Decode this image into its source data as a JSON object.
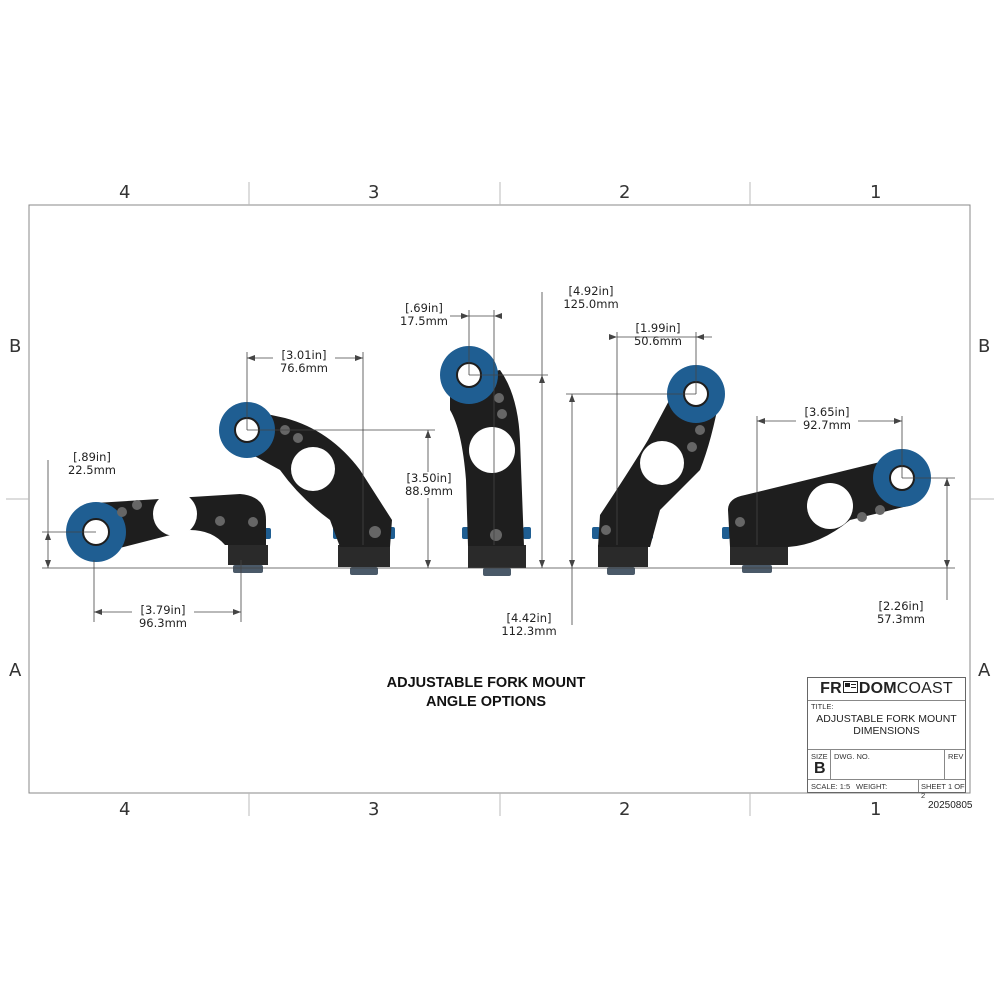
{
  "zones": {
    "columns_top": [
      "4",
      "3",
      "2",
      "1"
    ],
    "columns_bottom": [
      "4",
      "3",
      "2",
      "1"
    ],
    "rows_left": [
      "B",
      "A"
    ],
    "rows_right": [
      "B",
      "A"
    ]
  },
  "dimensions": [
    {
      "id": "d1",
      "inch": ".89in",
      "mm": "22.5mm"
    },
    {
      "id": "d2",
      "inch": "3.79in",
      "mm": "96.3mm"
    },
    {
      "id": "d3",
      "inch": "3.01in",
      "mm": "76.6mm"
    },
    {
      "id": "d4",
      "inch": "3.50in",
      "mm": "88.9mm"
    },
    {
      "id": "d5",
      "inch": ".69in",
      "mm": "17.5mm"
    },
    {
      "id": "d6",
      "inch": "4.92in",
      "mm": "125.0mm"
    },
    {
      "id": "d7",
      "inch": "1.99in",
      "mm": "50.6mm"
    },
    {
      "id": "d8",
      "inch": "4.42in",
      "mm": "112.3mm"
    },
    {
      "id": "d9",
      "inch": "3.65in",
      "mm": "92.7mm"
    },
    {
      "id": "d10",
      "inch": "2.26in",
      "mm": "57.3mm"
    }
  ],
  "drawing_title": {
    "line1": "ADJUSTABLE FORK MOUNT",
    "line2": "ANGLE OPTIONS"
  },
  "title_block": {
    "logo_left": "FR",
    "logo_bold": "DOM",
    "logo_right": "COAST",
    "title_label": "TITLE:",
    "title_line1": "ADJUSTABLE FORK MOUNT",
    "title_line2": "DIMENSIONS",
    "size_label": "SIZE",
    "size_value": "B",
    "dwg_label": "DWG.  NO.",
    "rev_label": "REV",
    "scale": "SCALE: 1:5",
    "weight": "WEIGHT:",
    "sheet": "SHEET 1 OF 2"
  },
  "doc_number": "20250805",
  "colors": {
    "accent": "#1f5e92",
    "part": "#1e1e1e",
    "line": "#333333"
  }
}
